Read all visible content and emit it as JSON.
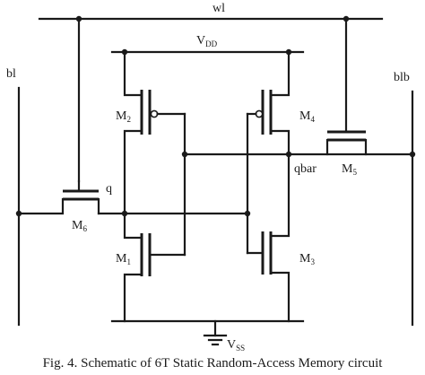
{
  "labels": {
    "wl": "wl",
    "vdd_main": "V",
    "vdd_sub": "DD",
    "vss_main": "V",
    "vss_sub": "SS",
    "bl": "bl",
    "blb": "blb",
    "q": "q",
    "qbar": "qbar"
  },
  "transistors": [
    {
      "main": "M",
      "sub": "1"
    },
    {
      "main": "M",
      "sub": "2"
    },
    {
      "main": "M",
      "sub": "3"
    },
    {
      "main": "M",
      "sub": "4"
    },
    {
      "main": "M",
      "sub": "5"
    },
    {
      "main": "M",
      "sub": "6"
    }
  ],
  "caption": "Fig. 4. Schematic of 6T Static Random-Access Memory circuit"
}
